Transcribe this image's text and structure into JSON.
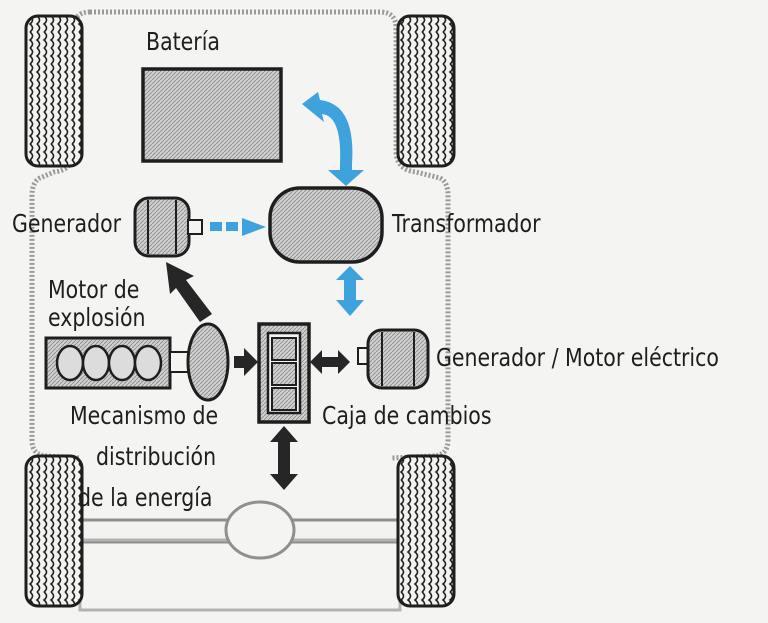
{
  "labels": {
    "bateria": "Batería",
    "generador": "Generador",
    "transformador": "Transformador",
    "motor_explosion_1": "Motor de",
    "motor_explosion_2": "explosión",
    "generador_motor": "Generador / Motor eléctrico",
    "mecanismo_1": "Mecanismo de",
    "mecanismo_2": "distribución",
    "mecanismo_3": "de la energía",
    "caja_cambios": "Caja de cambios"
  },
  "colors": {
    "outline": "#1e1e1e",
    "component_fill": "#c9c9c9",
    "energy_arrow": "#3ea3dc",
    "mechanical_arrow": "#262626",
    "chassis": "#8f8f8f",
    "background": "#f4f4f2"
  }
}
